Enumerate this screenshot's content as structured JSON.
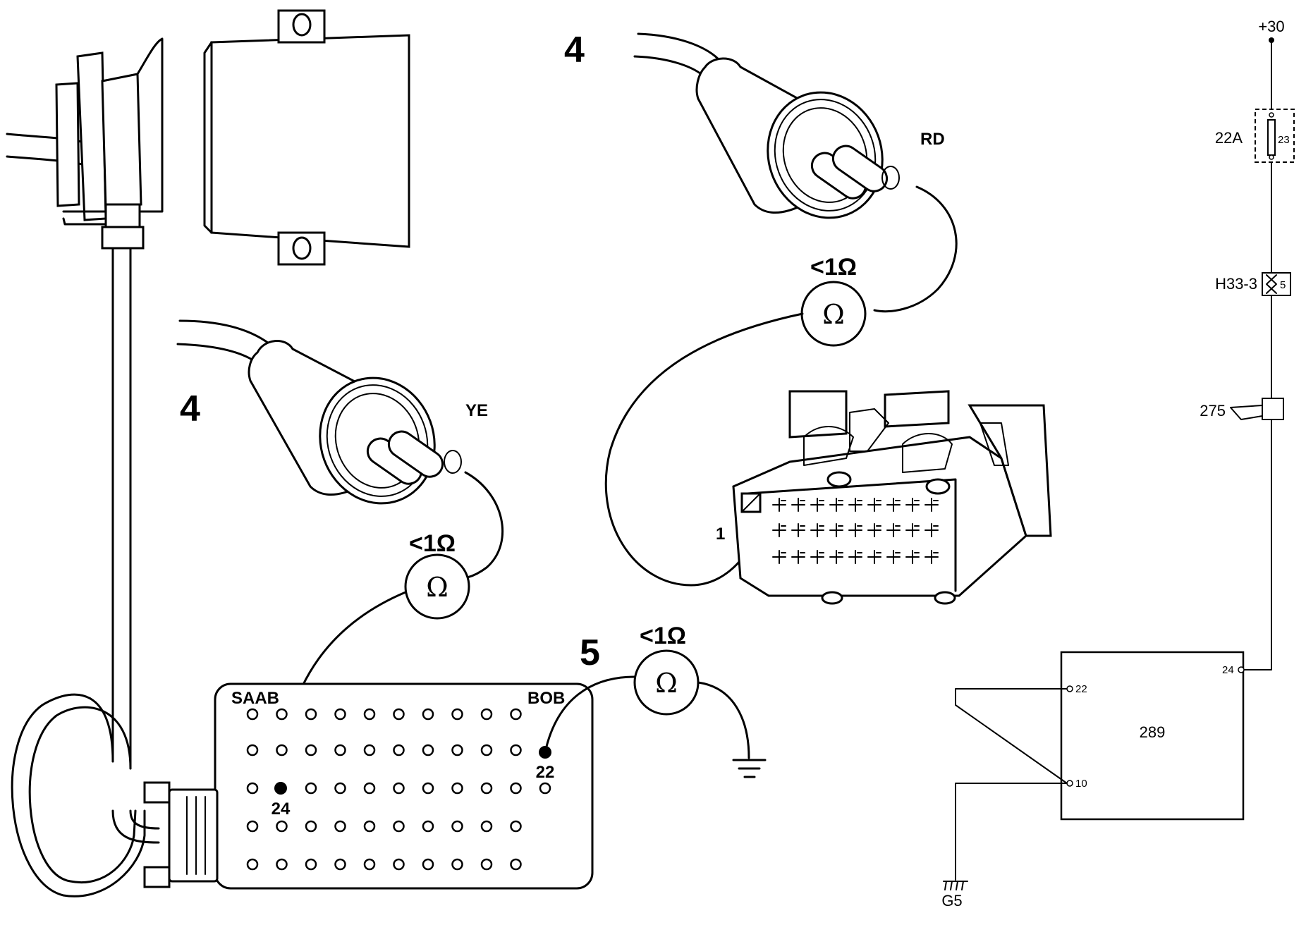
{
  "steps": {
    "step_top": "4",
    "step_left": "4",
    "step_ground": "5"
  },
  "probes": {
    "red_wire": "RD",
    "yellow_wire": "YE"
  },
  "meters": {
    "top": {
      "reading": "<1Ω",
      "symbol": "Ω"
    },
    "left": {
      "reading": "<1Ω",
      "symbol": "Ω"
    },
    "ground": {
      "reading": "<1Ω",
      "symbol": "Ω"
    }
  },
  "connector": {
    "pin_label": "1"
  },
  "breakout_box": {
    "brand": "SAAB",
    "name": "BOB",
    "pin_a": "24",
    "pin_b": "22"
  },
  "schematic": {
    "supply": "+30",
    "fuse_label": "22A",
    "fuse_number": "23",
    "connector_label": "H33-3",
    "connector_pin": "5",
    "component_275": "275",
    "module": "289",
    "module_pin_24": "24",
    "module_pin_22": "22",
    "module_pin_10": "10",
    "ground": "G5"
  }
}
